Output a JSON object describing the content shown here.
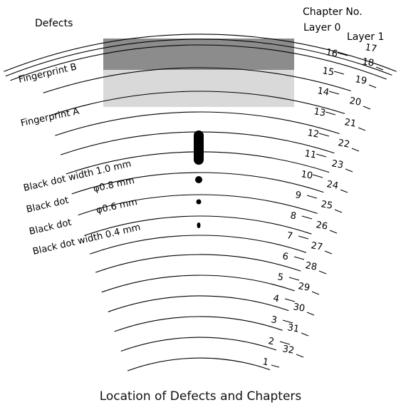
{
  "header": {
    "defects_title": "Defects",
    "chapter_title": "Chapter No.",
    "layer0_title": "Layer 0",
    "layer1_title": "Layer 1"
  },
  "defects": [
    {
      "label": "Fingerprint B",
      "shade": "#8c8c8c"
    },
    {
      "label": "Fingerprint A",
      "shade": "#d9d9d9"
    },
    {
      "label": "Black dot width 1.0 mm"
    },
    {
      "label": "Black dot",
      "size_label": "φ0.8 mm"
    },
    {
      "label": "Black dot",
      "size_label": "φ0.6 mm"
    },
    {
      "label": "Black dot width 0.4 mm"
    }
  ],
  "layer0_chapters": [
    "1",
    "2",
    "3",
    "4",
    "5",
    "6",
    "7",
    "8",
    "9",
    "10",
    "11",
    "12",
    "13",
    "14",
    "15",
    "16"
  ],
  "layer1_chapters": [
    "32",
    "31",
    "30",
    "29",
    "28",
    "27",
    "26",
    "25",
    "24",
    "23",
    "22",
    "21",
    "20",
    "19",
    "18",
    "17"
  ],
  "caption": "Location of Defects and Chapters"
}
